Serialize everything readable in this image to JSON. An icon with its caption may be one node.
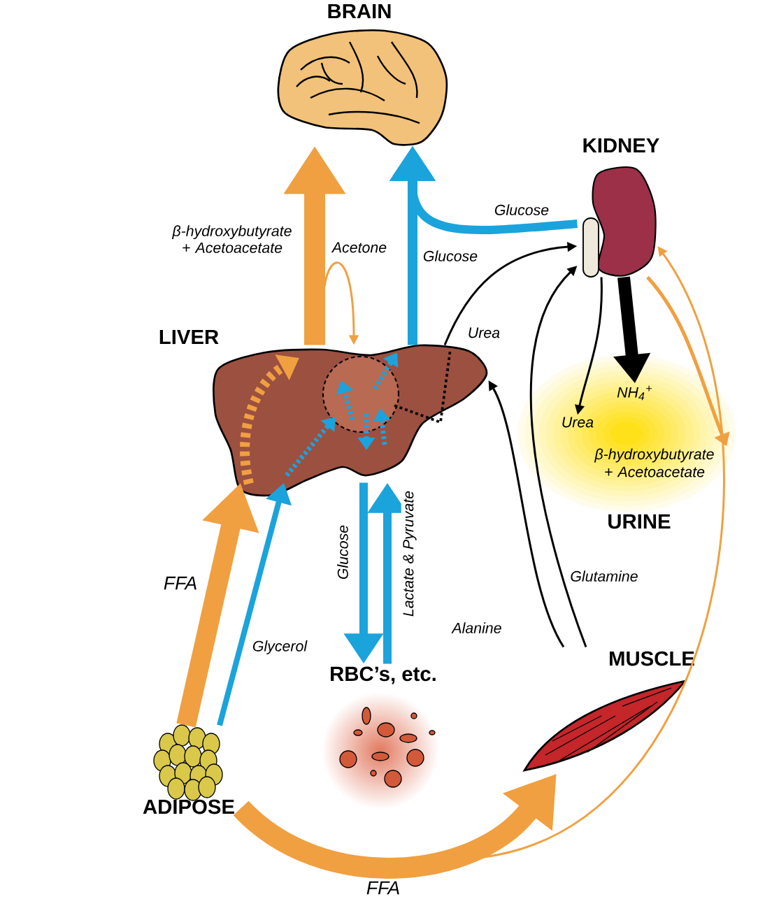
{
  "diagram": {
    "nodes": [
      {
        "text": [
          "BRAIN"
        ]
      },
      {
        "text": [
          "KIDNEY"
        ]
      },
      {
        "text": [
          "LIVER"
        ]
      },
      {
        "text": [
          "URINE"
        ]
      },
      {
        "text": [
          "Urea"
        ],
        "in": 3
      },
      {
        "text": [
          "NH$_{4}$$^{+}$"
        ],
        "in": 3
      },
      {
        "text": [
          "β-hydroxybutyrate + Acetoacetate"
        ],
        "in": 3
      },
      {
        "text": [
          "RBC’s, etc."
        ]
      },
      {
        "text": [
          "MUSCLE"
        ]
      },
      {
        "text": [
          "ADIPOSE"
        ]
      }
    ],
    "edges": [
      {
        "from": 2,
        "to": 0,
        "arrow": "to",
        "label": "β-hydroxybutyrate + Acetoacetate",
        "style": "thick",
        "color": "#f0a040"
      },
      {
        "from": null,
        "to": 2,
        "arrow": "to",
        "label": "Acetone",
        "color": "#f0a040"
      },
      {
        "from": 2,
        "to": 0,
        "arrow": "to",
        "label": "Glucose",
        "color": "#1ba3dc"
      },
      {
        "from": 1,
        "to": 0,
        "arrow": "to",
        "label": "Glucose",
        "color": "#1ba3dc"
      },
      {
        "from": 2,
        "to": 1,
        "arrow": "to",
        "label": "Urea",
        "color": "#000000"
      },
      {
        "from": 8,
        "to": 1,
        "arrow": "to",
        "label": "Glutamine",
        "color": "#000000"
      },
      {
        "from": 8,
        "to": 2,
        "arrow": "to",
        "label": "Alanine",
        "color": "#000000"
      },
      {
        "from": 1,
        "to": 4,
        "arrow": "to",
        "color": "#000000"
      },
      {
        "from": 1,
        "to": 5,
        "arrow": "to",
        "style": "thick",
        "color": "#000000"
      },
      {
        "from": 1,
        "to": 6,
        "arrow": "to",
        "color": "#f0a040"
      },
      {
        "from": 9,
        "to": 2,
        "arrow": "to",
        "label": "FFA",
        "style": "thick",
        "color": "#f0a040"
      },
      {
        "from": 9,
        "to": 2,
        "arrow": "to",
        "label": "Glycerol",
        "color": "#1ba3dc"
      },
      {
        "from": 2,
        "to": 7,
        "arrow": "to",
        "label": "Glucose",
        "color": "#1ba3dc"
      },
      {
        "from": 7,
        "to": 2,
        "arrow": "to",
        "label": "Lactate & Pyruvate",
        "color": "#1ba3dc"
      },
      {
        "from": 9,
        "to": 8,
        "arrow": "to",
        "label": "FFA",
        "style": "thick",
        "color": "#f0a040"
      },
      {
        "from": 9,
        "to": 1,
        "arrow": "to",
        "color": "#f0a040"
      }
    ]
  }
}
